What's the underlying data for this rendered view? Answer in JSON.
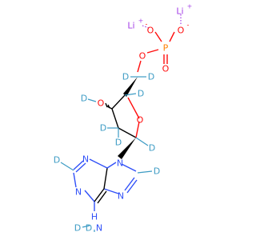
{
  "molecule": {
    "atoms": {
      "li": "Li",
      "o": "O",
      "p": "P",
      "n": "N",
      "d": "D",
      "h": "H"
    },
    "charges": {
      "plus": "+",
      "minus": "-",
      "plus_minus": "+-"
    },
    "colors": {
      "lithium": "#a33ee6",
      "oxygen": "#ff0d0d",
      "phosphorus": "#ff8000",
      "nitrogen": "#3050f8",
      "deuterium": "#3c9bc4",
      "carbon_bond": "#000000"
    }
  }
}
